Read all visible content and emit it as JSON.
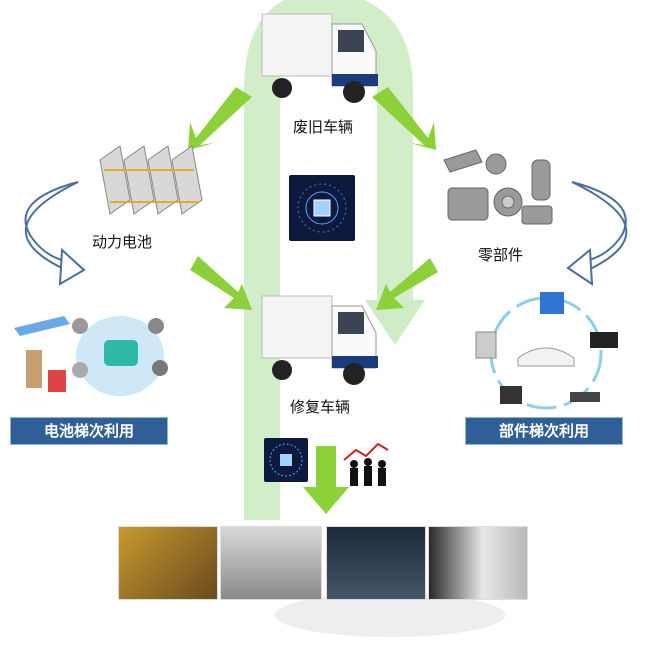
{
  "labels": {
    "waste_vehicle": "废旧车辆",
    "power_battery": "动力电池",
    "parts": "零部件",
    "repaired_vehicle": "修复车辆",
    "battery_cascade": "电池梯次利用",
    "parts_cascade": "部件梯次利用"
  },
  "colors": {
    "arrow_green": "#8cd03a",
    "band_green": "#c9ebc0",
    "banner_blue": "#2f5f96",
    "curve_blue": "#4a6f9c",
    "chip_bg": "#0e1a3d"
  }
}
